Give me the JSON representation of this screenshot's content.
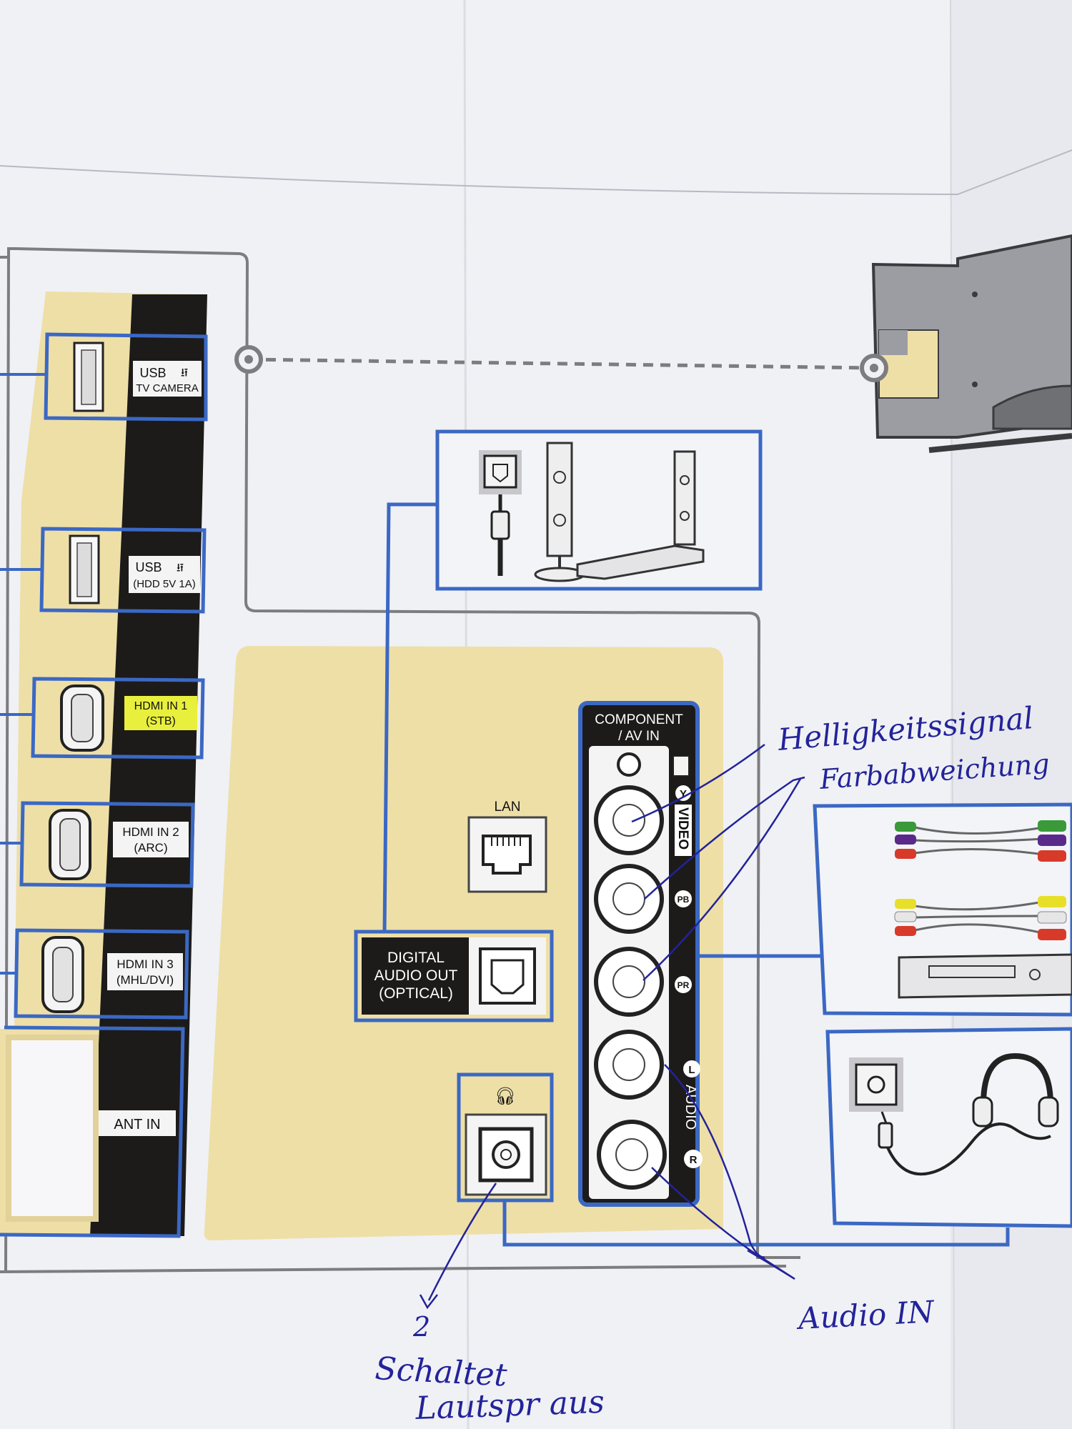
{
  "ports": {
    "usb_tv_camera": {
      "line1": "USB",
      "line2": "TV CAMERA"
    },
    "usb_hdd": {
      "line1": "USB",
      "line2": "(HDD 5V 1A)"
    },
    "hdmi1": {
      "line1": "HDMI IN 1",
      "line2": "(STB)"
    },
    "hdmi2": {
      "line1": "HDMI IN 2",
      "line2": "(ARC)"
    },
    "hdmi3": {
      "line1": "HDMI IN 3",
      "line2": "(MHL/DVI)"
    },
    "ant": {
      "label": "ANT IN"
    },
    "lan": {
      "label": "LAN"
    },
    "digital_audio": {
      "line1": "DIGITAL",
      "line2": "AUDIO OUT",
      "line3": "(OPTICAL)"
    }
  },
  "component": {
    "title1": "COMPONENT",
    "title2": "/ AV IN",
    "video_label": "VIDEO",
    "audio_label": "AUDIO",
    "y_badge": "Y",
    "pb_badge": "PB",
    "pr_badge": "PR",
    "l_badge": "L",
    "r_badge": "R"
  },
  "annotations": {
    "helligkeit": "Helligkeitssignal",
    "farbabweichung": "Farbabweichung",
    "audio_in": "Audio IN",
    "num2": "2",
    "schaltet": "Schaltet",
    "lautsprecher": "Lautspr aus"
  },
  "colors": {
    "beige": "#eedfa7",
    "port_blue": "#3b68c4",
    "panel_black": "#1c1b1a",
    "cable_gray": "#7d7d80",
    "hdmi1_highlight": "#e8ef3c",
    "ink": "#23239a"
  }
}
